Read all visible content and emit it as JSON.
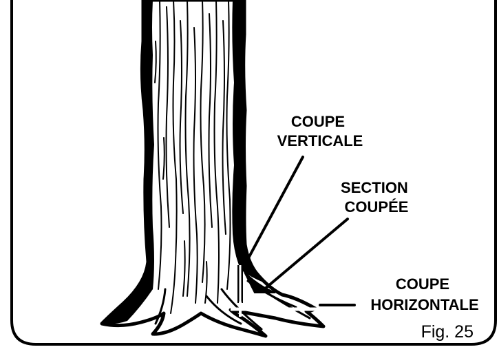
{
  "labels": {
    "vertical_cut": [
      "COUPE",
      "VERTICALE"
    ],
    "cut_section": [
      "SECTION",
      "COUPÉE"
    ],
    "horizontal_cut": [
      "COUPE",
      "HORIZONTALE"
    ]
  },
  "figure_caption": "Fig. 25",
  "colors": {
    "ink": "#000000",
    "background": "#ffffff"
  }
}
